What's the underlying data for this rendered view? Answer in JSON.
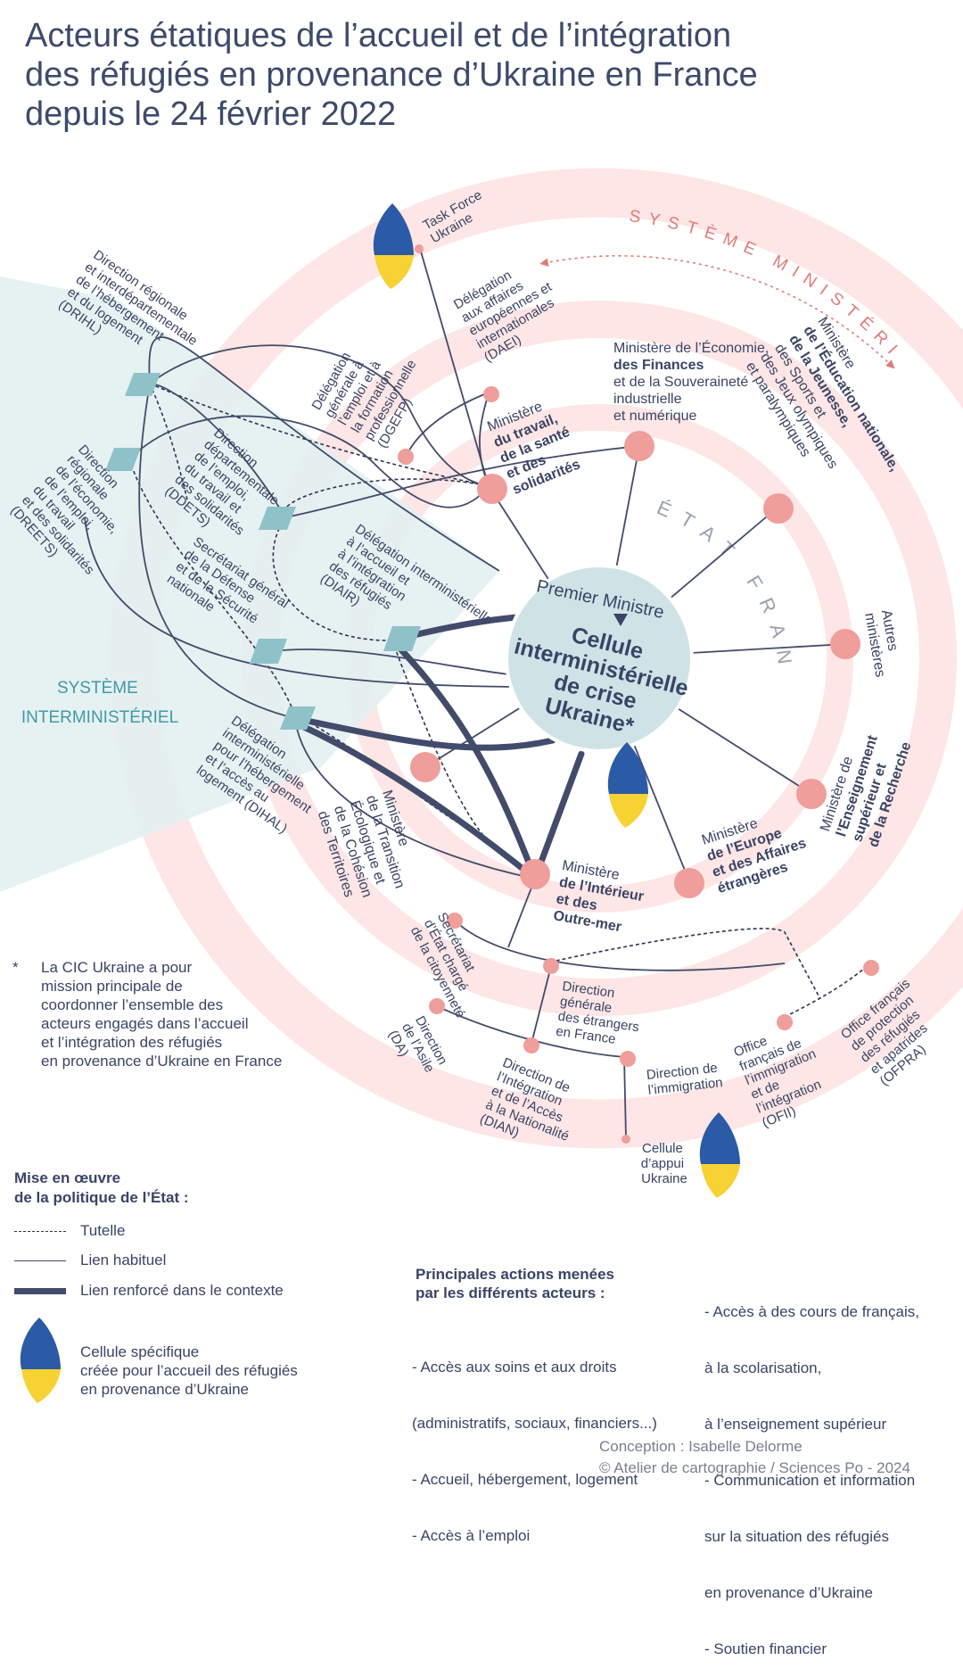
{
  "title_lines": [
    "Acteurs étatiques de l’accueil et de l’intégration",
    "des réfugiés en provenance d’Ukraine en France",
    "depuis le 24 février 2022"
  ],
  "colors": {
    "navy": "#434b6b",
    "pink_node": "#ef9e9b",
    "pink_ring": "#fde6e5",
    "pink_text": "#e07b78",
    "teal": "#8ec2c8",
    "teal_zone": "#e3f0f1",
    "teal_text": "#3f9aa5",
    "center_fill": "#cfe3e7",
    "flag_blue": "#2b5aa6",
    "flag_yellow": "#f6d232"
  },
  "zones": {
    "systeme_ministeriel": "SYSTÈME MINISTÉRIEL",
    "etat_francais": "ÉTAT FRANÇAIS",
    "systeme_interministeriel": [
      "SYSTÈME",
      "INTERMINISTÉRIEL"
    ]
  },
  "center": {
    "top_label": "Premier Ministre",
    "lines": [
      "Cellule",
      "interministérielle",
      "de crise",
      "Ukraine*"
    ]
  },
  "ministries": {
    "travail": [
      "Ministère",
      "du travail,",
      "de la santé",
      "et des",
      "solidarités"
    ],
    "economie": [
      "Ministère de l’Économie,",
      "des Finances",
      "et de la Souveraineté",
      "industrielle",
      "et numérique"
    ],
    "education": [
      "Ministère",
      "de l’Éducation nationale,",
      "de la Jeunesse,",
      "des Sports et",
      "des Jeux olympiques",
      "et paralympiques"
    ],
    "autres": [
      "Autres",
      "ministères"
    ],
    "enseignement": [
      "Ministère de",
      "l’Enseignement",
      "supérieur et",
      "de la Recherche"
    ],
    "europe": [
      "Ministère",
      "de l’Europe",
      "et des Affaires",
      "étrangères"
    ],
    "interieur": [
      "Ministère",
      "de l’Intérieur",
      "et des",
      "Outre-mer"
    ],
    "transition": [
      "Ministère",
      "de la Transition",
      "Écologique et",
      "de la Cohésion",
      "des Territoires"
    ]
  },
  "delegations": {
    "task_force": [
      "Task Force",
      "Ukraine"
    ],
    "daei": [
      "Délégation",
      "aux affaires",
      "européennes et",
      "internationales",
      "(DAEI)"
    ],
    "dgefp": [
      "Délégation",
      "générale à",
      "l’emploi et à",
      "la formation",
      "professionnelle",
      "(DGEFP)"
    ]
  },
  "interministerial": {
    "drihl": [
      "Direction régionale",
      "et interdépartementale",
      "de l’hébergement",
      "et du logement",
      "(DRIHL)"
    ],
    "dreets": [
      "Direction",
      "régionale",
      "de l’économie,",
      "de l’emploi,",
      "du travail",
      "et des solidarités",
      "(DREETS)"
    ],
    "ddets": [
      "Direction",
      "départementale",
      "de l’emploi,",
      "du travail et",
      "des solidarités",
      "(DDETS)"
    ],
    "diair": [
      "Délégation interministérielle",
      "à l’accueil et",
      "à l’intégration",
      "des réfugiés",
      "(DIAIR)"
    ],
    "sgdsn": [
      "Secrétariat général",
      "de la Défense",
      "et de la Sécurité",
      "nationale"
    ],
    "dihal": [
      "Délégation",
      "interministérielle",
      "pour l’hébergement",
      "et l’accès au",
      "logement (DIHAL)"
    ]
  },
  "interior_bodies": {
    "secretariat": [
      "Secrétariat",
      "d’État chargé",
      "de la citoyenneté"
    ],
    "dgef": [
      "Direction",
      "générale",
      "des étrangers",
      "en France"
    ],
    "da": [
      "Direction",
      "de l’Asile",
      "(DA)"
    ],
    "dian": [
      "Direction de",
      "l’Intégration",
      "et de l’Accès",
      "à la Nationalité",
      "(DIAN)"
    ],
    "immigration": [
      "Direction de",
      "l’immigration"
    ],
    "cellule_appui": [
      "Cellule",
      "d’appui",
      "Ukraine"
    ],
    "ofii": [
      "Office",
      "français de",
      "l’immigration",
      "et de",
      "l’intégration",
      "(OFII)"
    ],
    "ofpra": [
      "Office français",
      "de protection",
      "des réfugiés",
      "et apatrides",
      "(OFPRA)"
    ]
  },
  "footnote": {
    "star": "*",
    "lines": [
      "La CIC Ukraine a pour",
      "mission principale de",
      "coordonner l’ensemble des",
      "acteurs engagés dans l’accueil",
      "et l’intégration des réfugiés",
      "en provenance d’Ukraine en France"
    ]
  },
  "legend": {
    "title": [
      "Mise en œuvre",
      "de la politique de l’État :"
    ],
    "tutelle": "Tutelle",
    "habituel": "Lien habituel",
    "renforce": "Lien renforcé dans le contexte",
    "cellule": [
      "Cellule spécifique",
      "créée pour l’accueil des réfugiés",
      "en provenance d’Ukraine"
    ]
  },
  "actions": {
    "title": [
      "Principales actions menées",
      "par les différents acteurs :"
    ],
    "col1": [
      "- Accès aux soins et aux droits",
      "  (administratifs, sociaux, financiers...)",
      "- Accueil, hébergement, logement",
      "- Accès à l’emploi"
    ],
    "col2": [
      "- Accès à des cours de français,",
      "  à la scolarisation,",
      "  à l’enseignement supérieur",
      "- Communication et information",
      "  sur la situation des réfugiés",
      "  en provenance d’Ukraine",
      "- Soutien financier"
    ]
  },
  "credits": [
    "Conception : Isabelle Delorme",
    "© Atelier de cartographie / Sciences Po - 2024"
  ]
}
